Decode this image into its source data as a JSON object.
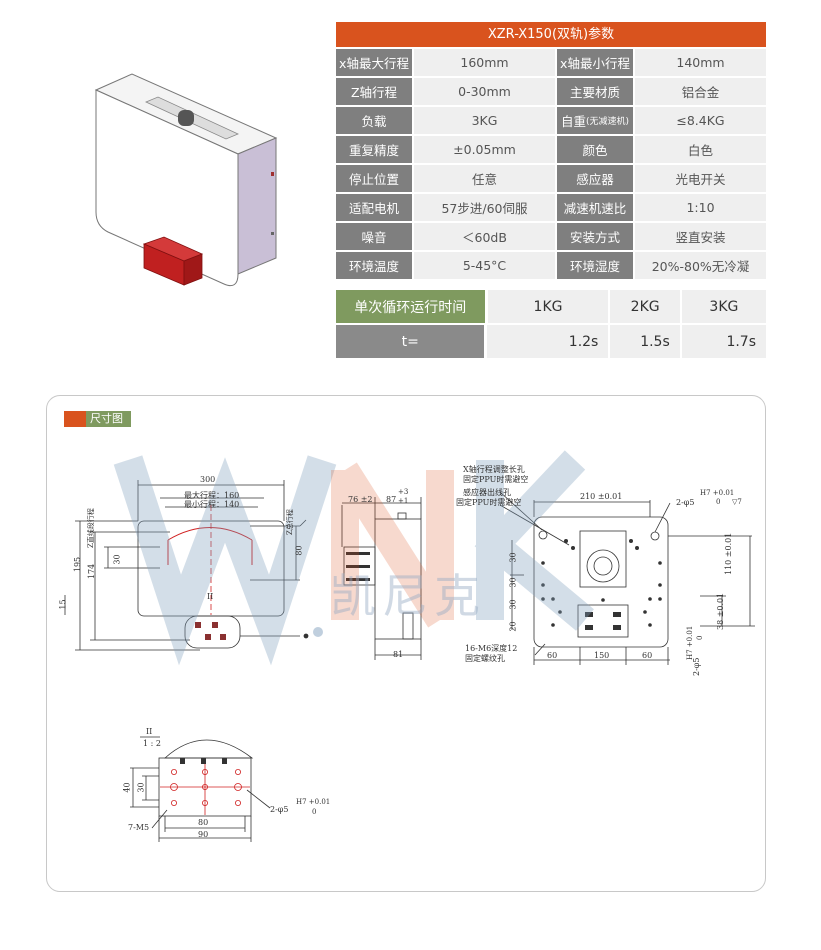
{
  "param_table": {
    "title": "XZR-X150(双轨)参数",
    "rows": [
      {
        "k1": "x轴最大行程",
        "v1": "160mm",
        "k2": "x轴最小行程",
        "v2": "140mm"
      },
      {
        "k1": "Z轴行程",
        "v1": "0-30mm",
        "k2": "主要材质",
        "v2": "铝合金"
      },
      {
        "k1": "负载",
        "v1": "3KG",
        "k2": "自重",
        "k2_note": "(无减速机)",
        "v2": "≤8.4KG"
      },
      {
        "k1": "重复精度",
        "v1": "±0.05mm",
        "k2": "颜色",
        "v2": "白色"
      },
      {
        "k1": "停止位置",
        "v1": "任意",
        "k2": "感应器",
        "v2": "光电开关"
      },
      {
        "k1": "适配电机",
        "v1": "57步进/60伺服",
        "k2": "减速机速比",
        "v2": "1:10"
      },
      {
        "k1": "噪音",
        "v1": "＜60dB",
        "k2": "安装方式",
        "v2": "竖直安装"
      },
      {
        "k1": "环境温度",
        "v1": "5-45°C",
        "k2": "环境湿度",
        "v2": "20%-80%无冷凝"
      }
    ]
  },
  "cycle_table": {
    "header_label": "单次循环运行时间",
    "loads": [
      "1KG",
      "2KG",
      "3KG"
    ],
    "row_label": "t=",
    "times": [
      "1.2s",
      "1.5s",
      "1.7s"
    ]
  },
  "drawing": {
    "section_label": "尺寸图",
    "front": {
      "dim_width": "300",
      "dim_max_stroke": "最大行程：160",
      "dim_min_stroke": "最小行程：140",
      "dim_height": "195",
      "dim_174": "174",
      "dim_z_label": "Z直线段行程",
      "dim_30": "30",
      "dim_15": "15",
      "dim_z_total": "Z总行程",
      "dim_80": "80",
      "detail_mark": "II"
    },
    "side": {
      "dim_76": "76 ±2",
      "dim_87": "87",
      "tol_plus3": "+3",
      "tol_plus1": "+1",
      "dim_81": "81"
    },
    "back": {
      "note1_line1": "X轴行程调整长孔",
      "note1_line2": "固定PPU时需避空",
      "note2_line1": "感应器出线孔",
      "note2_line2": "固定PPU时需避空",
      "dim_210": "210 ±0.01",
      "hole_2phi5": "2-φ5",
      "hole_tol": "H7 +0.01",
      "hole_tol2": "0",
      "hole_depth": "▽7",
      "dim_30a": "30",
      "dim_30b": "30",
      "dim_30c": "30",
      "dim_20": "20",
      "dim_60a": "60",
      "dim_150": "150",
      "dim_60b": "60",
      "dim_110": "110 ±0.01",
      "dim_38": "38 ±0.01",
      "dim_h7": "H7 +0.01",
      "dim_h7_0": "0",
      "dim_2phi5_b": "2-φ5",
      "note3_line1": "16-M6深度12",
      "note3_line2": "固定螺纹孔"
    },
    "detail": {
      "title": "II",
      "scale": "1 : 2",
      "dim_40": "40",
      "dim_30": "30",
      "dim_80": "80",
      "dim_90": "90",
      "hole_2phi5": "2-φ5",
      "hole_tol": "H7 +0.01",
      "hole_tol2": "0",
      "screws": "7-M5"
    }
  },
  "watermark": {
    "brand": "凯尼克"
  },
  "colors": {
    "accent_orange": "#d9531e",
    "header_green": "#7f9a5f",
    "key_gray": "#7f7f7f",
    "value_bg": "#efefef",
    "purple_side": "#c9bfd6",
    "red_part": "#c02020"
  }
}
